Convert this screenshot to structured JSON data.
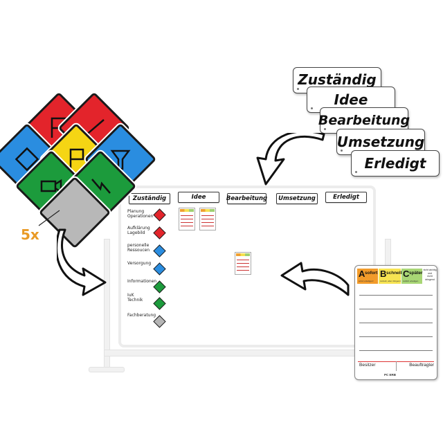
{
  "header_cards": [
    "Zuständig",
    "Idee",
    "Bearbeitung",
    "Umsetzung",
    "Erledigt"
  ],
  "board": {
    "columns": [
      "Zuständig",
      "Idee",
      "Bearbeitung",
      "Umsetzung",
      "Erledigt"
    ],
    "rows": [
      {
        "label": "Planung\nOperationen",
        "color": "#e3242b"
      },
      {
        "label": "Aufklärung\nLagebild",
        "color": "#e3242b"
      },
      {
        "label": "personelle\nRessoucen",
        "color": "#2a8de0"
      },
      {
        "label": "Versorgung",
        "color": "#2a8de0"
      },
      {
        "label": "Informationen",
        "color": "#1c9b3c"
      },
      {
        "label": "IuK\nTechnik",
        "color": "#1c9b3c"
      },
      {
        "label": "Fachberatung",
        "color": "#b5b5b5"
      }
    ]
  },
  "diamonds": {
    "count_label": "5x",
    "colors": {
      "red": "#e3242b",
      "blue": "#2a8de0",
      "yellow": "#f5d514",
      "green": "#1c9b3c",
      "gray": "#b8b8b8"
    },
    "icons": [
      "flag-icon",
      "slash-icon",
      "square-icon",
      "flag-icon",
      "funnel-icon",
      "camera-icon",
      "lightning-icon",
      "blank-icon"
    ]
  },
  "priority_card": {
    "a_letter": "A",
    "a_word": "sofort",
    "a_sub": "sofort erledigen!",
    "b_letter": "B",
    "b_word": "schnell",
    "b_sub": "zeitnah, aber dringend",
    "c_letter": "C",
    "c_word": "später",
    "c_sub": "zeitlich erledigen",
    "side_note": "nicht wichtig\nund\nnicht dringend",
    "owner_label": "Besitzer",
    "delegate_label": "Beauftragter",
    "brand": "PC ERB",
    "a_color": "#f29b2a",
    "b_color": "#f7e452",
    "c_color": "#a8d675"
  }
}
